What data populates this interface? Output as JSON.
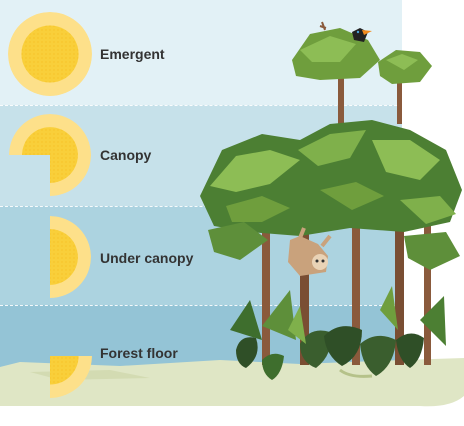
{
  "layers": [
    {
      "label": "Emergent",
      "sun_fraction": 1.0
    },
    {
      "label": "Canopy",
      "sun_fraction": 0.75
    },
    {
      "label": "Under canopy",
      "sun_fraction": 0.5
    },
    {
      "label": "Forest floor",
      "sun_fraction": 0.25
    }
  ],
  "colors": {
    "band_emergent": "#e2f1f6",
    "band_canopy": "#c6e1ea",
    "band_under": "#acd3e0",
    "band_floor": "#94c4d6",
    "ground": "#dfe6c5",
    "sun_outer": "#fde08a",
    "sun_inner": "#f9cf3a",
    "leaf_light": "#7fb04b",
    "leaf_dark": "#4c7f33",
    "trunk": "#8a5a3c",
    "sloth": "#c9a27c"
  },
  "icons": [
    "sun-icon",
    "toucan-icon",
    "sloth-icon",
    "tree-icon",
    "plant-icon"
  ]
}
